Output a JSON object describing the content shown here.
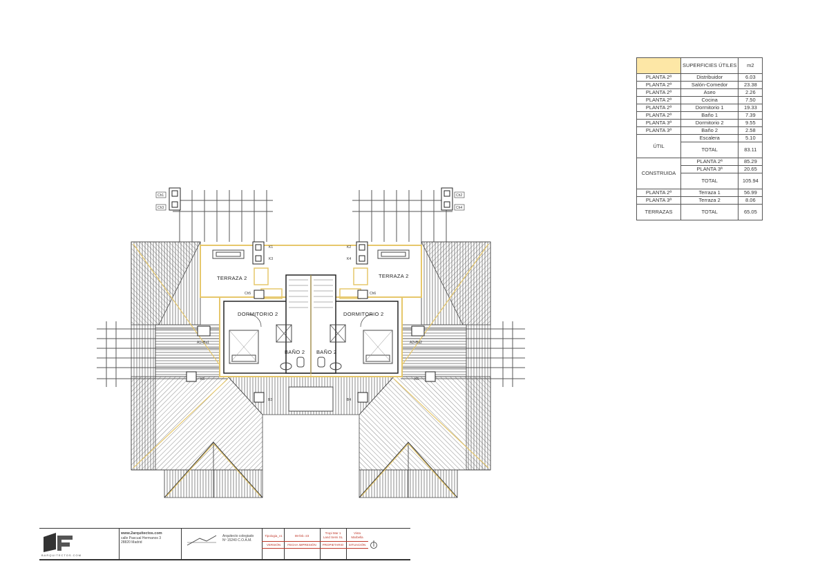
{
  "plan": {
    "rooms": {
      "terraza_left": "TERRAZA 2",
      "terraza_right": "TERRAZA 2",
      "dormitorio_left": "DORMITORIO 2",
      "dormitorio_right": "DORMITORIO 2",
      "bano_left": "BAÑO 2",
      "bano_right": "BAÑO 2"
    },
    "tags": {
      "ch1": "Ch1",
      "ch3": "Ch3",
      "ch2": "Ch2",
      "ch4": "Ch4",
      "k1": "K1",
      "k3": "K3",
      "k2": "K2",
      "k4": "K4",
      "ch5": "Ch5",
      "ch6": "Ch6",
      "a1": "A1+Ba1",
      "a2": "A2+Ba2",
      "k5": "K5",
      "k6": "K6",
      "b3": "B3",
      "b4": "B4"
    },
    "colors": {
      "accent": "#e6c76a",
      "line": "#333333"
    }
  },
  "area_table": {
    "header": [
      "",
      "SUPERFICIES ÚTILES",
      "m2"
    ],
    "rows": [
      [
        "PLANTA 2ª",
        "Distribuidor",
        "6.03"
      ],
      [
        "PLANTA 2ª",
        "Salón-Comedor",
        "23.38"
      ],
      [
        "PLANTA 2ª",
        "Aseo",
        "2.26"
      ],
      [
        "PLANTA 2ª",
        "Cocina",
        "7.50"
      ],
      [
        "PLANTA 2ª",
        "Dormitorio 1",
        "19.33"
      ],
      [
        "PLANTA 2ª",
        "Baño 1",
        "7.39"
      ],
      [
        "PLANTA 3ª",
        "Dormitorio 2",
        "9.55"
      ],
      [
        "PLANTA 3ª",
        "Baño 2",
        "2.58"
      ]
    ],
    "util": {
      "label": "ÚTIL",
      "escalera": "Escalera",
      "escalera_val": "5.10",
      "total": "TOTAL",
      "total_val": "83.11"
    },
    "construida": {
      "label": "CONSTRUIDA",
      "p2": "PLANTA 2ª",
      "p2_val": "85.29",
      "p3": "PLANTA 3ª",
      "p3_val": "20.65",
      "total": "TOTAL",
      "total_val": "105.94"
    },
    "terrazas": [
      [
        "PLANTA 2ª",
        "Terraza 1",
        "56.99"
      ],
      [
        "PLANTA 3ª",
        "Terraza 2",
        "8.06"
      ]
    ],
    "terrazas_total": {
      "label": "TERRAZAS",
      "total": "TOTAL",
      "val": "65.05"
    }
  },
  "title_block": {
    "url": "www.2arquitectos.com",
    "address1": "calle Pascual Hermanos 3",
    "address2": "28820 Madrid",
    "brand": "BARQUITECTOS.COM",
    "arch1": "Arquitecto colegiado",
    "arch2": "Nº 15240 C.O.A.M.",
    "version_val": "Tipologia_v1",
    "version": "VERSIÓN",
    "date_val": "08-feb.-23",
    "date": "FECHA IMPRESIÓN",
    "owner_val1": "Tropi Mar 1",
    "owner_val2": "Land Semi SL",
    "owner": "PROPIETARIO",
    "site_val1": "Vista",
    "site_val2": "Marbella",
    "site": "SITUACIÓN"
  }
}
